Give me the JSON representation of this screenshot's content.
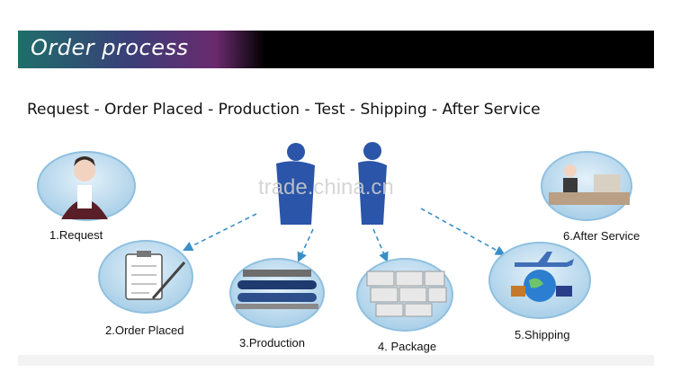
{
  "banner": {
    "title": "Order process"
  },
  "steps_line": "Request - Order Placed - Production - Test - Shipping - After Service",
  "watermark": "trade.china.cn",
  "nodes": [
    {
      "label": "1.Request"
    },
    {
      "label": "2.Order Placed"
    },
    {
      "label": "3.Production"
    },
    {
      "label": "4. Package"
    },
    {
      "label": "5.Shipping"
    },
    {
      "label": "6.After Service"
    }
  ],
  "colors": {
    "circle_fill": "#b9d8ec",
    "circle_stroke": "#8fc0e0",
    "arrow": "#3a8fc8",
    "person": "#2a55a8"
  }
}
